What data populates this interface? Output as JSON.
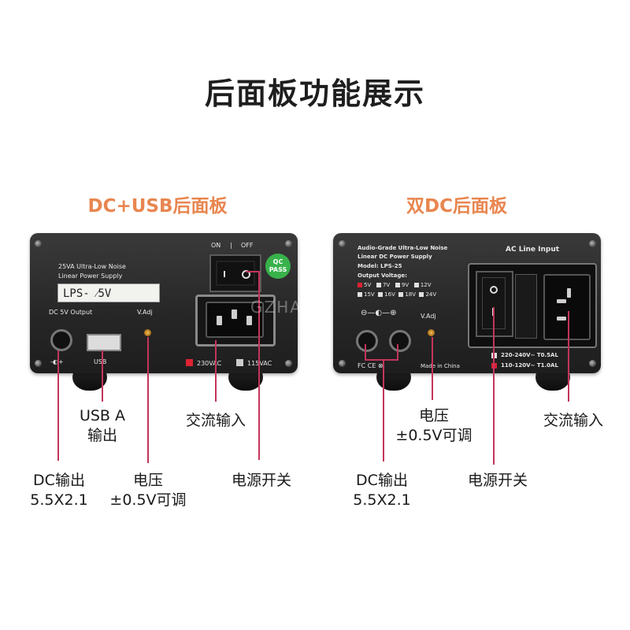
{
  "page_title": "后面板功能展示",
  "left": {
    "title": "DC+USB后面板",
    "brand_line1": "25VA Ultra-Low Noise",
    "brand_line2": "Linear Power Supply",
    "lcd_text": "LPS-      ⁄5V",
    "dc_output_label": "DC 5V Output",
    "dc_polarity": "-◐+",
    "usb_label": "USB",
    "vadj_label": "V.Adj",
    "on_label": "ON",
    "sep": "|",
    "off_label": "OFF",
    "qc_line1": "QC",
    "qc_line2": "PASS",
    "v230": "230VAC",
    "v115": "115VAC",
    "annotations": {
      "usb_line1": "USB A",
      "usb_line2": "输出",
      "ac_in": "交流输入",
      "dc_line1": "DC输出",
      "dc_line2": "5.5X2.1",
      "vadj_line1": "电压",
      "vadj_line2": "±0.5V可调",
      "power_switch": "电源开关"
    }
  },
  "right": {
    "title": "双DC后面板",
    "brand_line1": "Audio-Grade Ultra-Low Noise",
    "brand_line2": "Linear DC Power Supply",
    "model": "Model: LPS-25",
    "output_voltage": "Output Voltage:",
    "volts_row1": [
      "5V",
      "7V",
      "9V",
      "12V"
    ],
    "volts_row2": [
      "15V",
      "16V",
      "18V",
      "24V"
    ],
    "ac_line_input": "AC Line Input",
    "vadj_label": "V.Adj",
    "fc_ce": "FC CE ⊗",
    "made_in": "Made in China",
    "fuse1": "220-240V~   T0.5AL",
    "fuse2": "110-120V~   T1.0AL",
    "annotations": {
      "vadj_line1": "电压",
      "vadj_line2": "±0.5V可调",
      "ac_in": "交流输入",
      "dc_line1": "DC输出",
      "dc_line2": "5.5X2.1",
      "power_switch": "电源开关"
    }
  },
  "watermark": "GZHAJIN",
  "colors": {
    "subtitle": "#e8864f",
    "leader_line": "#c4345a",
    "panel": "#2a2a2b"
  }
}
